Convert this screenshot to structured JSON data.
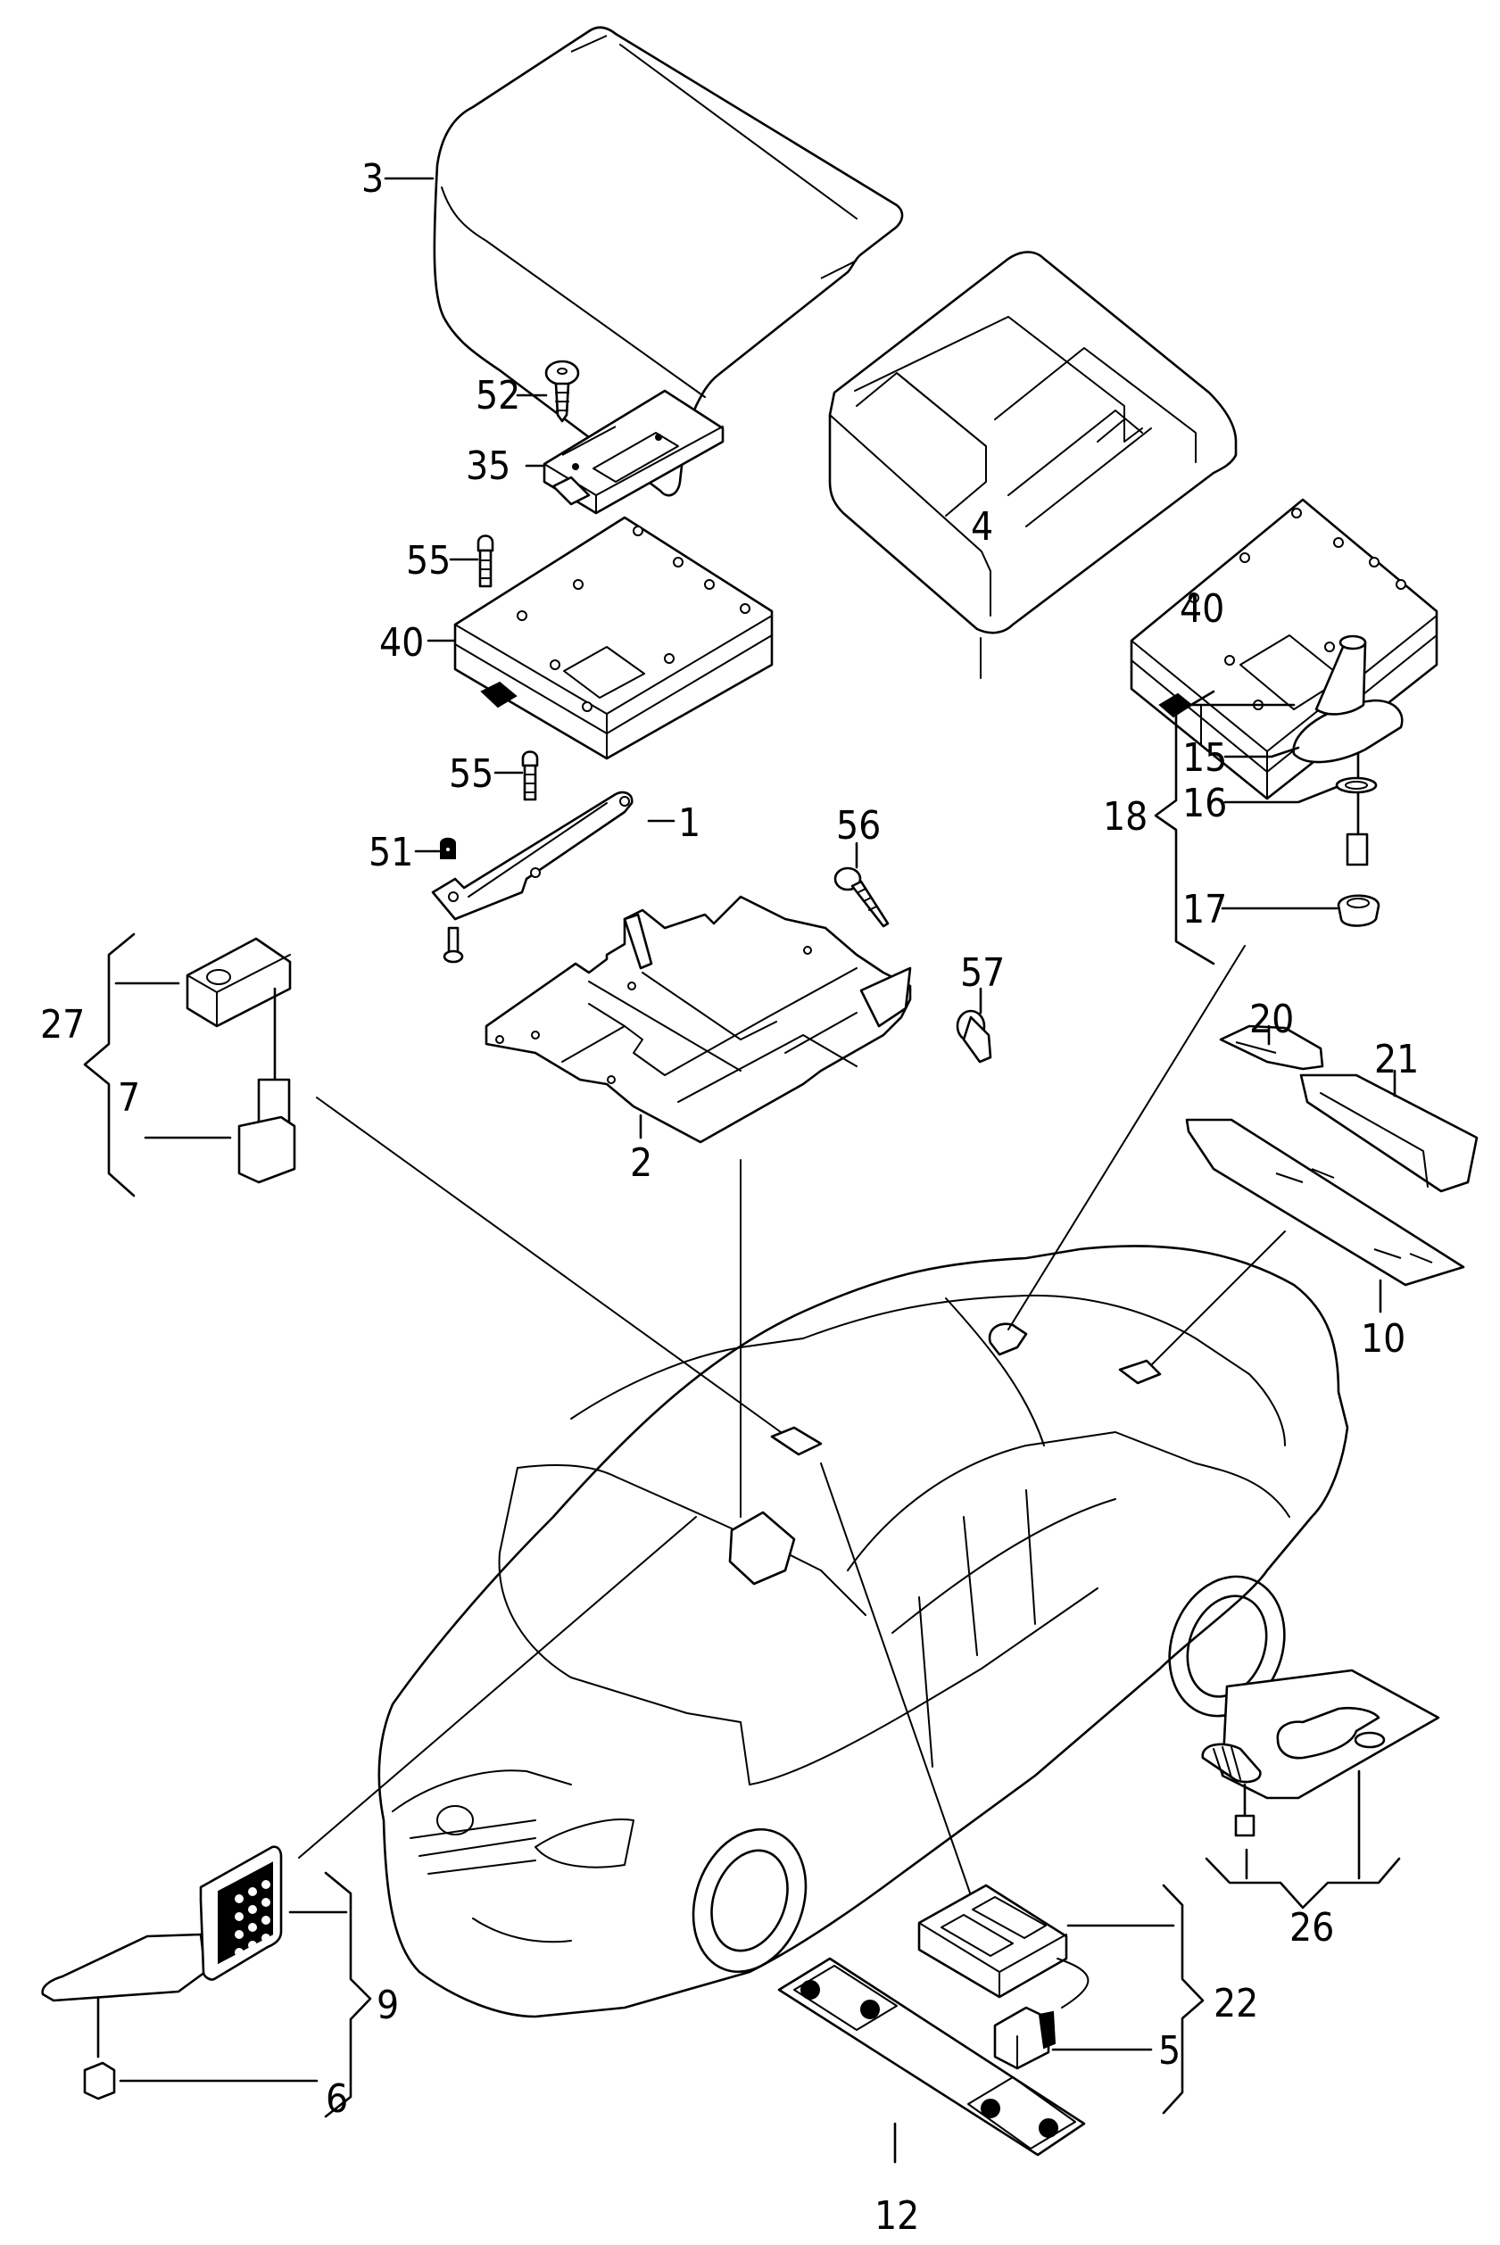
{
  "diagram": {
    "title": "Exploded parts diagram: telephone / navigation electronics and antenna components in vehicle",
    "callouts": {
      "c1": "1",
      "c2": "2",
      "c3": "3",
      "c4": "4",
      "c5": "5",
      "c6": "6",
      "c7": "7",
      "c9": "9",
      "c10": "10",
      "c12": "12",
      "c15": "15",
      "c16": "16",
      "c17": "17",
      "c18": "18",
      "c20": "20",
      "c21": "21",
      "c22": "22",
      "c26": "26",
      "c27": "27",
      "c35": "35",
      "c40a": "40",
      "c40b": "40",
      "c51": "51",
      "c52": "52",
      "c55a": "55",
      "c55b": "55",
      "c56": "56",
      "c57": "57"
    },
    "parts": [
      {
        "ref": "1",
        "depicts": "mounting bracket"
      },
      {
        "ref": "2",
        "depicts": "carrier plate"
      },
      {
        "ref": "3",
        "depicts": "cover"
      },
      {
        "ref": "4",
        "depicts": "housing tray"
      },
      {
        "ref": "5",
        "depicts": "connector"
      },
      {
        "ref": "6",
        "depicts": "connector"
      },
      {
        "ref": "7",
        "depicts": "connector"
      },
      {
        "ref": "9",
        "depicts": "handset with cradle (group)"
      },
      {
        "ref": "10",
        "depicts": "roof trim panel"
      },
      {
        "ref": "12",
        "depicts": "microphone/speaker strip"
      },
      {
        "ref": "15",
        "depicts": "roof antenna base"
      },
      {
        "ref": "16",
        "depicts": "seal ring"
      },
      {
        "ref": "17",
        "depicts": "antenna nut"
      },
      {
        "ref": "18",
        "depicts": "roof antenna (group)"
      },
      {
        "ref": "20",
        "depicts": "small module"
      },
      {
        "ref": "21",
        "depicts": "antenna module cover"
      },
      {
        "ref": "22",
        "depicts": "control unit with connector (group)"
      },
      {
        "ref": "26",
        "depicts": "switch panel with cable (group)"
      },
      {
        "ref": "27",
        "depicts": "sensor with connector (group)"
      },
      {
        "ref": "35",
        "depicts": "control unit (small)"
      },
      {
        "ref": "40",
        "depicts": "control unit"
      },
      {
        "ref": "51",
        "depicts": "nut"
      },
      {
        "ref": "52",
        "depicts": "screw"
      },
      {
        "ref": "55",
        "depicts": "bolt"
      },
      {
        "ref": "56",
        "depicts": "tapping screw"
      },
      {
        "ref": "57",
        "depicts": "expanding clip"
      }
    ]
  }
}
